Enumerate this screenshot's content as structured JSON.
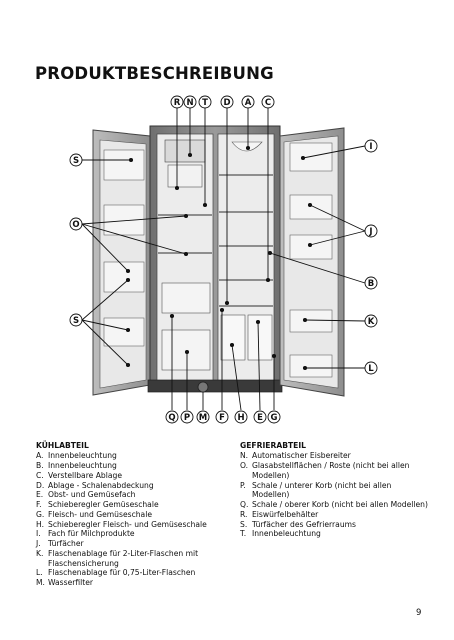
{
  "title": "PRODUKTBESCHREIBUNG",
  "callouts": {
    "top": [
      "R",
      "N",
      "T",
      "D",
      "A",
      "C"
    ],
    "bottom": [
      "Q",
      "P",
      "M",
      "F",
      "H",
      "E",
      "G"
    ],
    "left": [
      "S",
      "O",
      "S"
    ],
    "right": [
      "I",
      "J",
      "B",
      "K",
      "L"
    ]
  },
  "kuehlabteil": {
    "heading": "KÜHLABTEIL",
    "items": [
      {
        "key": "A.",
        "text": "Innenbeleuchtung"
      },
      {
        "key": "B.",
        "text": "Innenbeleuchtung"
      },
      {
        "key": "C.",
        "text": "Verstellbare Ablage"
      },
      {
        "key": "D.",
        "text": "Ablage - Schalenabdeckung"
      },
      {
        "key": "E.",
        "text": "Obst- und Gemüsefach"
      },
      {
        "key": "F.",
        "text": "Schieberegler Gemüseschale"
      },
      {
        "key": "G.",
        "text": "Fleisch- und Gemüseschale"
      },
      {
        "key": "H.",
        "text": "Schieberegler Fleisch- und Gemüseschale"
      },
      {
        "key": "I.",
        "text": "Fach für Milchprodukte"
      },
      {
        "key": "J.",
        "text": "Türfächer"
      },
      {
        "key": "K.",
        "text": "Flaschenablage für 2-Liter-Flaschen mit Flaschensicherung"
      },
      {
        "key": "L.",
        "text": "Flaschenablage für 0,75-Liter-Flaschen"
      },
      {
        "key": "M.",
        "text": "Wasserfilter"
      }
    ]
  },
  "gefrierabteil": {
    "heading": "GEFRIERABTEIL",
    "items": [
      {
        "key": "N.",
        "text": "Automatischer Eisbereiter"
      },
      {
        "key": "O.",
        "text": "Glasabstellflächen / Roste (nicht bei allen Modellen)"
      },
      {
        "key": "P.",
        "text": "Schale / unterer Korb (nicht bei allen Modellen)"
      },
      {
        "key": "Q.",
        "text": "Schale / oberer Korb (nicht bei allen Modellen)"
      },
      {
        "key": "R.",
        "text": "Eiswürfelbehälter"
      },
      {
        "key": "S.",
        "text": "Türfächer des Gefrierraums"
      },
      {
        "key": "T.",
        "text": "Innenbeleuchtung"
      }
    ]
  },
  "page_number": "9",
  "colors": {
    "cabinet": "#8c8c8c",
    "cabinet_dark": "#5a5a5a",
    "interior": "#ececec",
    "door": "#d6d6d6",
    "line": "#111111"
  }
}
